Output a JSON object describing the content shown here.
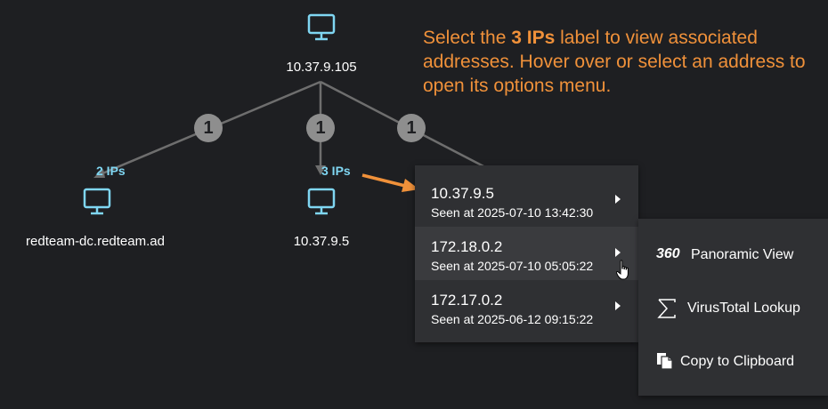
{
  "instructions": {
    "part1": "Select the ",
    "highlight": "3 IPs",
    "part2": " label to view associated addresses. Hover over or select an address to open its options menu."
  },
  "graph": {
    "root": {
      "label": "10.37.9.105",
      "icon": "monitor-icon"
    },
    "children": [
      {
        "label": "redteam-dc.redteam.ad",
        "icon": "monitor-icon",
        "badge": "1",
        "ips_label": "2 IPs"
      },
      {
        "label": "10.37.9.5",
        "icon": "monitor-icon",
        "badge": "1",
        "ips_label": "3 IPs"
      },
      {
        "label": "",
        "icon": "monitor-icon",
        "badge": "1",
        "ips_label": ""
      }
    ]
  },
  "ip_menu": {
    "items": [
      {
        "address": "10.37.9.5",
        "seen": "Seen at 2025-07-10 13:42:30"
      },
      {
        "address": "172.18.0.2",
        "seen": "Seen at 2025-07-10 05:05:22",
        "active": true
      },
      {
        "address": "172.17.0.2",
        "seen": "Seen at 2025-06-12 09:15:22"
      }
    ]
  },
  "options_menu": {
    "items": [
      {
        "icon_text": "360",
        "label": "Panoramic View",
        "icon": "360-icon"
      },
      {
        "label": "VirusTotal Lookup",
        "icon": "sigma-icon"
      },
      {
        "label": "Copy to Clipboard",
        "icon": "clipboard-icon"
      }
    ]
  },
  "colors": {
    "background": "#1e1f22",
    "accent_orange": "#f0913a",
    "icon_cyan": "#7fd6f2",
    "menu_bg": "#2f3033",
    "badge_gray": "#8e8e8e",
    "edge_gray": "#6e6e6e"
  }
}
